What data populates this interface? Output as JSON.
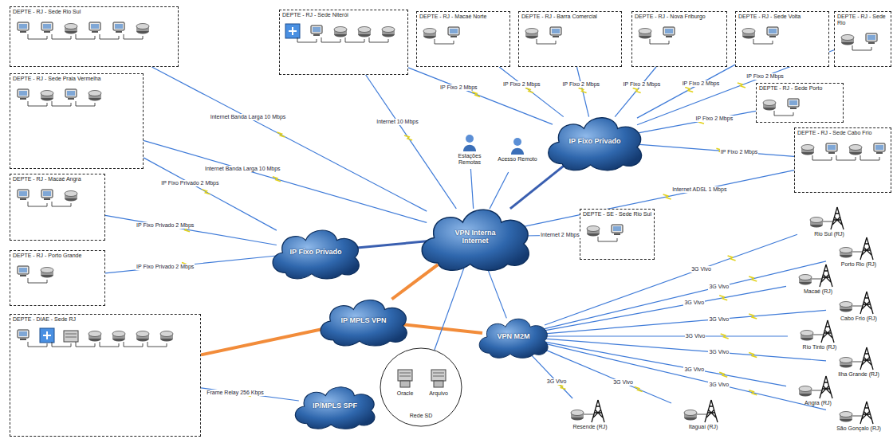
{
  "diagram": {
    "nodes": [
      {
        "text": [
          "DEPTE - RJ - Sede Rio Sul"
        ]
      },
      {
        "text": [
          "DEPTE - RJ - Sede Praia Vermelha"
        ]
      },
      {
        "text": [
          "DEPTE - RJ - Macaé Angra"
        ]
      },
      {
        "text": [
          "DEPTE - RJ - Porto Grande"
        ]
      },
      {
        "text": [
          "DEPTE - DIAE - Sede RJ"
        ]
      },
      {
        "text": [
          "DEPTE - RJ - Sede Niterói"
        ]
      },
      {
        "text": [
          "DEPTE - RJ - Macaé Norte"
        ]
      },
      {
        "text": [
          "DEPTE - RJ - Barra Comercial"
        ]
      },
      {
        "text": [
          "DEPTE - RJ - Nova Friburgo"
        ]
      },
      {
        "text": [
          "DEPTE - RJ - Sede Volta"
        ]
      },
      {
        "text": [
          "DEPTE - RJ - Sede Rio"
        ]
      },
      {
        "text": [
          "DEPTE - RJ - Sede Porto"
        ]
      },
      {
        "text": [
          "DEPTE - RJ - Sede Cabo Frio"
        ]
      },
      {
        "text": [
          "DEPTE - SE - Sede Rio Sul"
        ]
      },
      {
        "text": [
          "Estações Remotas"
        ]
      },
      {
        "text": [
          "Acesso Remoto"
        ]
      },
      {
        "text": [
          "VPN Interna",
          "Internet"
        ]
      },
      {
        "text": [
          "IP Fixo Privado"
        ]
      },
      {
        "text": [
          "IP Fixo Privado"
        ]
      },
      {
        "text": [
          "IP MPLS VPN"
        ]
      },
      {
        "text": [
          "VPN M2M"
        ]
      },
      {
        "text": [
          "IP/MPLS SPF"
        ]
      },
      {
        "text": [
          "Rede SD"
        ]
      },
      {
        "text": [
          "Oracle"
        ],
        "in": 22
      },
      {
        "text": [
          "Arquivo"
        ],
        "in": 22
      },
      {
        "text": [
          "Rio Sul (RJ)"
        ]
      },
      {
        "text": [
          "Porto Rio (RJ)"
        ]
      },
      {
        "text": [
          "Macaé (RJ)"
        ]
      },
      {
        "text": [
          "Cabo Frio (RJ)"
        ]
      },
      {
        "text": [
          "Rio Tinto (RJ)"
        ]
      },
      {
        "text": [
          "Ilha Grande (RJ)"
        ]
      },
      {
        "text": [
          "Angra (RJ)"
        ]
      },
      {
        "text": [
          "São Gonçalo (RJ)"
        ]
      },
      {
        "text": [
          "Itaguaí (RJ)"
        ]
      },
      {
        "text": [
          "Resende (RJ)"
        ]
      }
    ],
    "edges": [
      {
        "from": 0,
        "to": 16,
        "arrow": "none",
        "label": "Internet Banda Larga 10 Mbps"
      },
      {
        "from": 1,
        "to": 16,
        "arrow": "none",
        "label": "Internet Banda Larga 10 Mbps"
      },
      {
        "from": 1,
        "to": 18,
        "arrow": "none",
        "label": "IP Fixo Privado 2 Mbps"
      },
      {
        "from": 2,
        "to": 18,
        "arrow": "none",
        "label": "IP Fixo Privado 2 Mbps"
      },
      {
        "from": 3,
        "to": 18,
        "arrow": "none",
        "label": "IP Fixo Privado 2 Mbps"
      },
      {
        "from": 4,
        "to": 19,
        "arrow": "none"
      },
      {
        "from": 4,
        "to": 21,
        "arrow": "none",
        "label": "Frame Relay 256 Kbps"
      },
      {
        "from": 5,
        "to": 16,
        "arrow": "none",
        "label": "Internet 10 Mbps"
      },
      {
        "from": 5,
        "to": 17,
        "arrow": "none",
        "label": "IP Fixo 2 Mbps"
      },
      {
        "from": 6,
        "to": 17,
        "arrow": "none",
        "label": "IP Fixo 2 Mbps"
      },
      {
        "from": 7,
        "to": 17,
        "arrow": "none",
        "label": "IP Fixo 2 Mbps"
      },
      {
        "from": 8,
        "to": 17,
        "arrow": "none",
        "label": "IP Fixo 2 Mbps"
      },
      {
        "from": 9,
        "to": 17,
        "arrow": "none",
        "label": "IP Fixo 2 Mbps"
      },
      {
        "from": 10,
        "to": 17,
        "arrow": "none",
        "label": "IP Fixo 2 Mbps"
      },
      {
        "from": 11,
        "to": 17,
        "arrow": "none",
        "label": "IP Fixo 2 Mbps"
      },
      {
        "from": 12,
        "to": 16,
        "arrow": "none",
        "label": "Internet ADSL 1 Mbps"
      },
      {
        "from": 12,
        "to": 17,
        "arrow": "none",
        "label": "IP Fixo 2 Mbps"
      },
      {
        "from": 13,
        "to": 16,
        "arrow": "none",
        "label": "Internet 2 Mbps"
      },
      {
        "from": 14,
        "to": 16,
        "arrow": "none"
      },
      {
        "from": 15,
        "to": 16,
        "arrow": "none"
      },
      {
        "from": 16,
        "to": 17,
        "arrow": "none"
      },
      {
        "from": 16,
        "to": 18,
        "arrow": "none"
      },
      {
        "from": 16,
        "to": 19,
        "arrow": "none"
      },
      {
        "from": 19,
        "to": 20,
        "arrow": "none"
      },
      {
        "from": 16,
        "to": 22,
        "arrow": "none"
      },
      {
        "from": 16,
        "to": 20,
        "arrow": "none"
      },
      {
        "from": 20,
        "to": 25,
        "arrow": "none",
        "label": "3G Vivo"
      },
      {
        "from": 20,
        "to": 26,
        "arrow": "none",
        "label": "3G Vivo"
      },
      {
        "from": 20,
        "to": 27,
        "arrow": "none",
        "label": "3G Vivo"
      },
      {
        "from": 20,
        "to": 28,
        "arrow": "none",
        "label": "3G Vivo"
      },
      {
        "from": 20,
        "to": 29,
        "arrow": "none",
        "label": "3G Vivo"
      },
      {
        "from": 20,
        "to": 30,
        "arrow": "none",
        "label": "3G Vivo"
      },
      {
        "from": 20,
        "to": 31,
        "arrow": "none",
        "label": "3G Vivo"
      },
      {
        "from": 20,
        "to": 32,
        "arrow": "none",
        "label": "3G Vivo"
      },
      {
        "from": 20,
        "to": 33,
        "arrow": "none",
        "label": "3G Vivo"
      },
      {
        "from": 20,
        "to": 34,
        "arrow": "none",
        "label": "3G Vivo"
      }
    ]
  }
}
